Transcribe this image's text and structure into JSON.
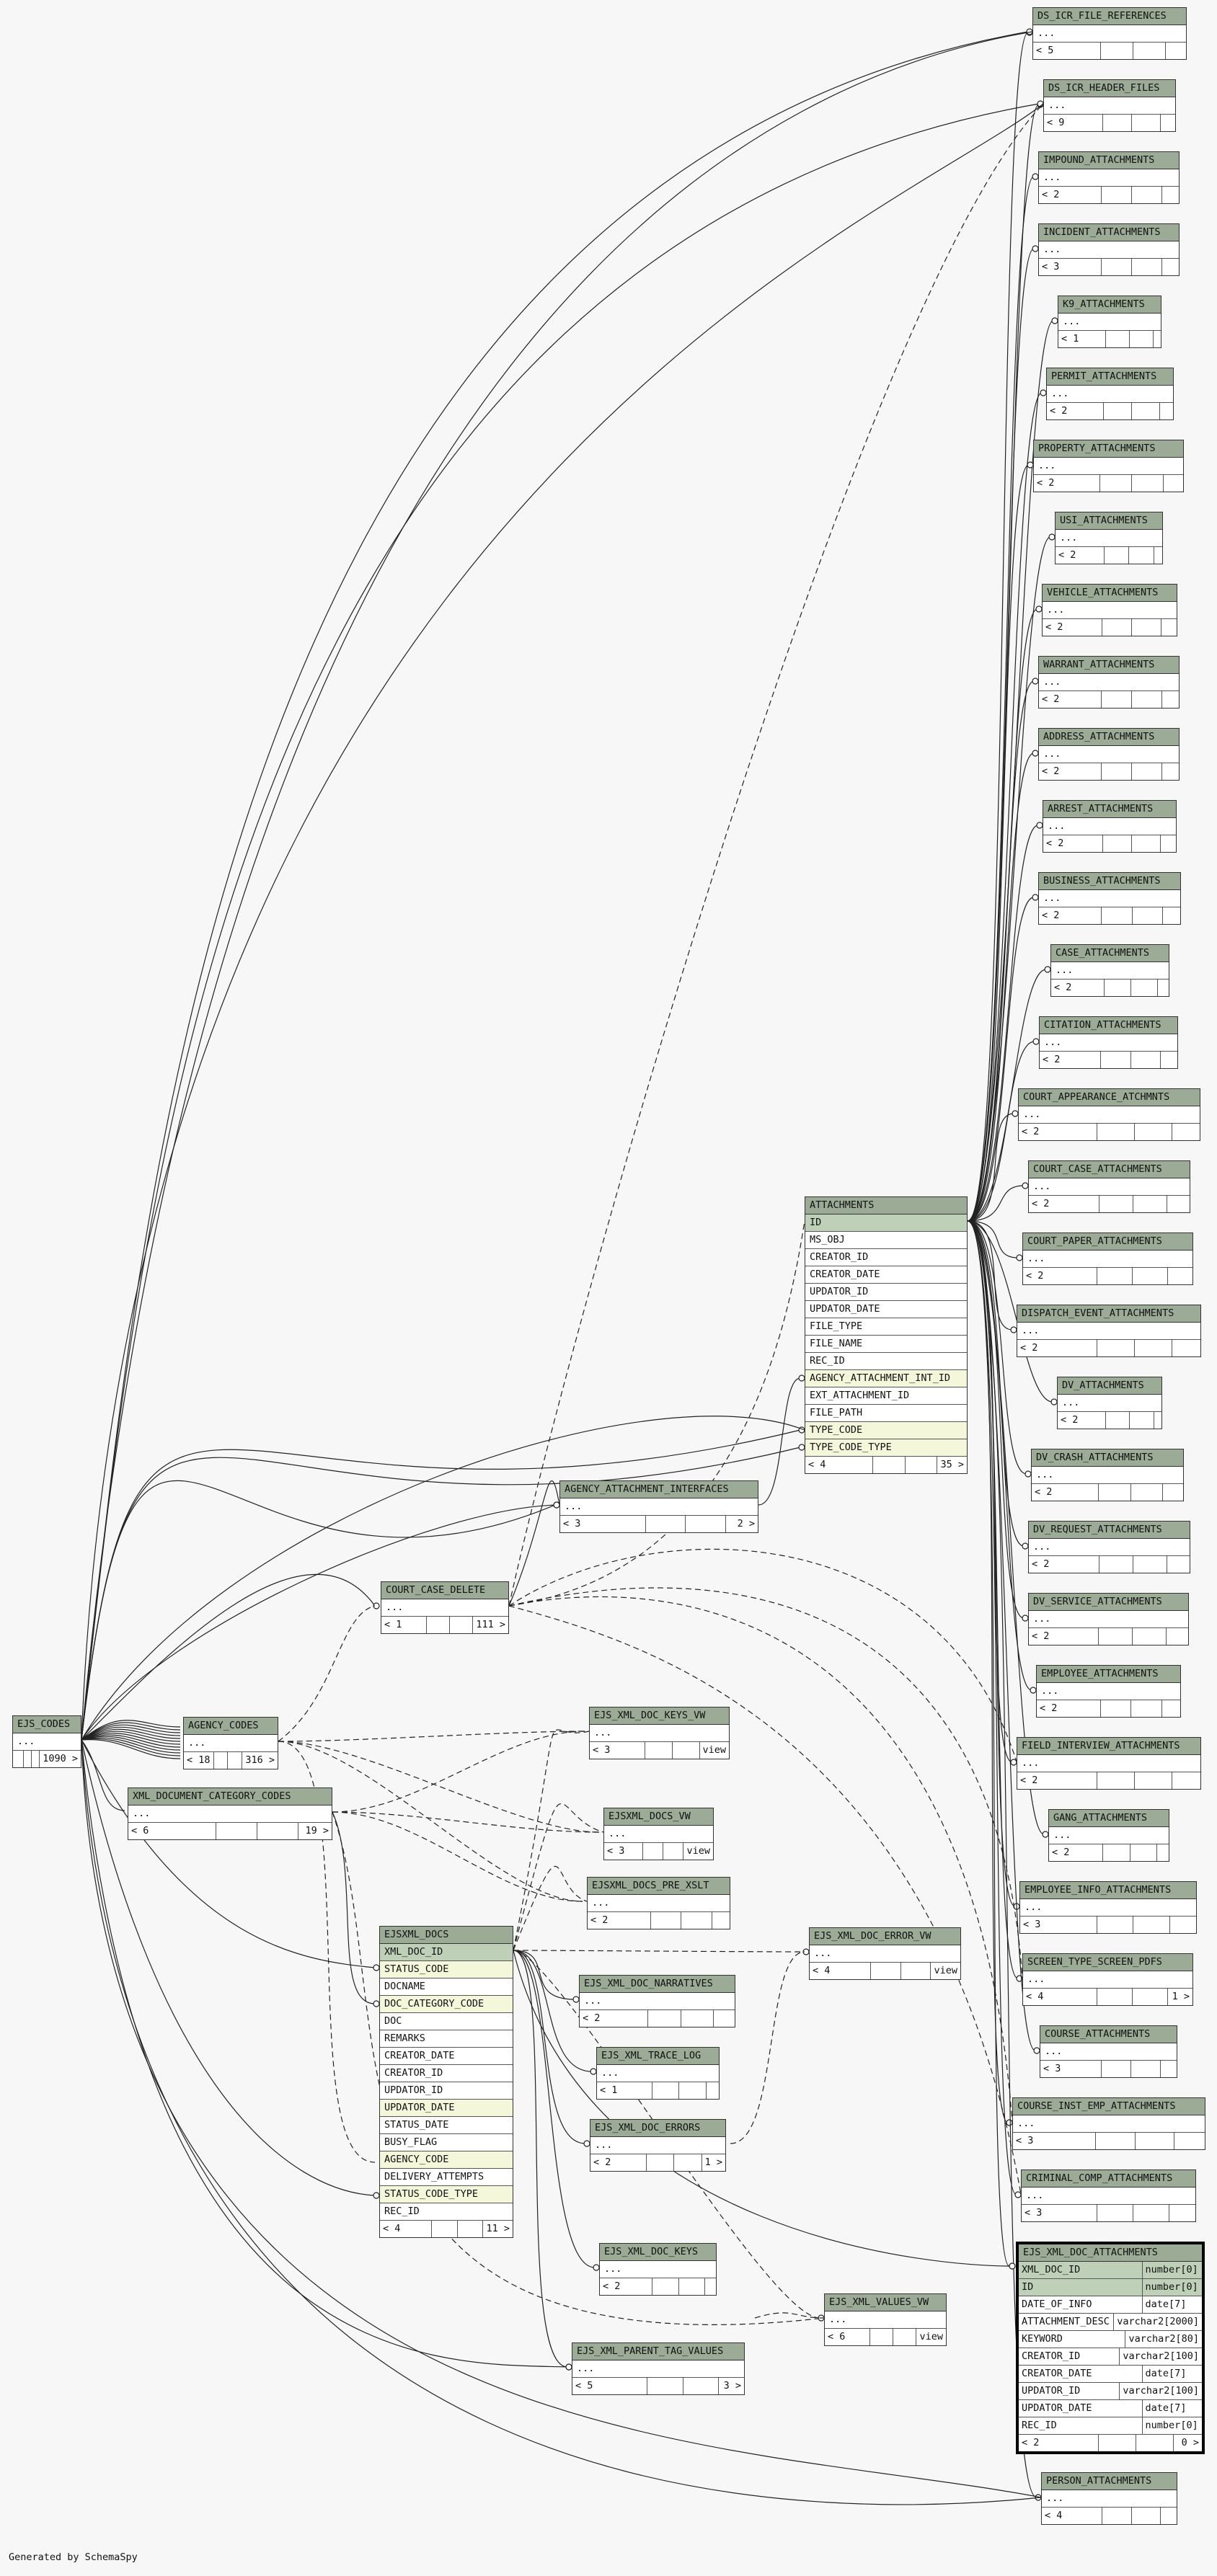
{
  "footer": "Generated by SchemaSpy",
  "elided": "...",
  "tables": [
    {
      "id": "ds_icr_file_references",
      "name": "DS_ICR_FILE_REFERENCES",
      "left": "< 5",
      "right": ""
    },
    {
      "id": "ds_icr_header_files",
      "name": "DS_ICR_HEADER_FILES",
      "left": "< 9",
      "right": ""
    },
    {
      "id": "impound_attachments",
      "name": "IMPOUND_ATTACHMENTS",
      "left": "< 2",
      "right": ""
    },
    {
      "id": "incident_attachments",
      "name": "INCIDENT_ATTACHMENTS",
      "left": "< 3",
      "right": ""
    },
    {
      "id": "k9_attachments",
      "name": "K9_ATTACHMENTS",
      "left": "< 1",
      "right": ""
    },
    {
      "id": "permit_attachments",
      "name": "PERMIT_ATTACHMENTS",
      "left": "< 2",
      "right": ""
    },
    {
      "id": "property_attachments",
      "name": "PROPERTY_ATTACHMENTS",
      "left": "< 2",
      "right": ""
    },
    {
      "id": "usi_attachments",
      "name": "USI_ATTACHMENTS",
      "left": "< 2",
      "right": ""
    },
    {
      "id": "vehicle_attachments",
      "name": "VEHICLE_ATTACHMENTS",
      "left": "< 2",
      "right": ""
    },
    {
      "id": "warrant_attachments",
      "name": "WARRANT_ATTACHMENTS",
      "left": "< 2",
      "right": ""
    },
    {
      "id": "address_attachments",
      "name": "ADDRESS_ATTACHMENTS",
      "left": "< 2",
      "right": ""
    },
    {
      "id": "arrest_attachments",
      "name": "ARREST_ATTACHMENTS",
      "left": "< 2",
      "right": ""
    },
    {
      "id": "business_attachments",
      "name": "BUSINESS_ATTACHMENTS",
      "left": "< 2",
      "right": ""
    },
    {
      "id": "case_attachments",
      "name": "CASE_ATTACHMENTS",
      "left": "< 2",
      "right": ""
    },
    {
      "id": "citation_attachments",
      "name": "CITATION_ATTACHMENTS",
      "left": "< 2",
      "right": ""
    },
    {
      "id": "court_appearance_atchmnts",
      "name": "COURT_APPEARANCE_ATCHMNTS",
      "left": "< 2",
      "right": ""
    },
    {
      "id": "court_case_attachments",
      "name": "COURT_CASE_ATTACHMENTS",
      "left": "< 2",
      "right": ""
    },
    {
      "id": "court_paper_attachments",
      "name": "COURT_PAPER_ATTACHMENTS",
      "left": "< 2",
      "right": ""
    },
    {
      "id": "dispatch_event_attachments",
      "name": "DISPATCH_EVENT_ATTACHMENTS",
      "left": "< 2",
      "right": ""
    },
    {
      "id": "dv_attachments",
      "name": "DV_ATTACHMENTS",
      "left": "< 2",
      "right": ""
    },
    {
      "id": "dv_crash_attachments",
      "name": "DV_CRASH_ATTACHMENTS",
      "left": "< 2",
      "right": ""
    },
    {
      "id": "dv_request_attachments",
      "name": "DV_REQUEST_ATTACHMENTS",
      "left": "< 2",
      "right": ""
    },
    {
      "id": "dv_service_attachments",
      "name": "DV_SERVICE_ATTACHMENTS",
      "left": "< 2",
      "right": ""
    },
    {
      "id": "employee_attachments",
      "name": "EMPLOYEE_ATTACHMENTS",
      "left": "< 2",
      "right": ""
    },
    {
      "id": "field_interview_attachments",
      "name": "FIELD_INTERVIEW_ATTACHMENTS",
      "left": "< 2",
      "right": ""
    },
    {
      "id": "gang_attachments",
      "name": "GANG_ATTACHMENTS",
      "left": "< 2",
      "right": ""
    },
    {
      "id": "employee_info_attachments",
      "name": "EMPLOYEE_INFO_ATTACHMENTS",
      "left": "< 3",
      "right": ""
    },
    {
      "id": "screen_type_screen_pdfs",
      "name": "SCREEN_TYPE_SCREEN_PDFS",
      "left": "< 4",
      "right": "1 >"
    },
    {
      "id": "course_attachments",
      "name": "COURSE_ATTACHMENTS",
      "left": "< 3",
      "right": ""
    },
    {
      "id": "course_inst_emp_attachments",
      "name": "COURSE_INST_EMP_ATTACHMENTS",
      "left": "< 3",
      "right": ""
    },
    {
      "id": "criminal_comp_attachments",
      "name": "CRIMINAL_COMP_ATTACHMENTS",
      "left": "< 3",
      "right": ""
    },
    {
      "id": "person_attachments",
      "name": "PERSON_ATTACHMENTS",
      "left": "< 4",
      "right": ""
    },
    {
      "id": "ejs_codes",
      "name": "EJS_CODES",
      "left": "",
      "right": "1090 >"
    },
    {
      "id": "agency_codes",
      "name": "AGENCY_CODES",
      "left": "< 18",
      "right": "316 >"
    },
    {
      "id": "xml_document_category_codes",
      "name": "XML_DOCUMENT_CATEGORY_CODES",
      "left": "< 6",
      "right": "19 >"
    },
    {
      "id": "court_case_delete",
      "name": "COURT_CASE_DELETE",
      "left": "< 1",
      "right": "111 >"
    },
    {
      "id": "agency_attachment_interfaces",
      "name": "AGENCY_ATTACHMENT_INTERFACES",
      "left": "< 3",
      "right": "2 >"
    },
    {
      "id": "ejs_xml_doc_keys_vw",
      "name": "EJS_XML_DOC_KEYS_VW",
      "left": "< 3",
      "right": "view"
    },
    {
      "id": "ejsxml_docs_vw",
      "name": "EJSXML_DOCS_VW",
      "left": "< 3",
      "right": "view"
    },
    {
      "id": "ejsxml_docs_pre_xslt",
      "name": "EJSXML_DOCS_PRE_XSLT",
      "left": "< 2",
      "right": ""
    },
    {
      "id": "ejs_xml_doc_error_vw",
      "name": "EJS_XML_DOC_ERROR_VW",
      "left": "< 4",
      "right": "view"
    },
    {
      "id": "ejs_xml_doc_narratives",
      "name": "EJS_XML_DOC_NARRATIVES",
      "left": "< 2",
      "right": ""
    },
    {
      "id": "ejs_xml_trace_log",
      "name": "EJS_XML_TRACE_LOG",
      "left": "< 1",
      "right": ""
    },
    {
      "id": "ejs_xml_doc_errors",
      "name": "EJS_XML_DOC_ERRORS",
      "left": "< 2",
      "right": "1 >"
    },
    {
      "id": "ejs_xml_doc_keys",
      "name": "EJS_XML_DOC_KEYS",
      "left": "< 2",
      "right": ""
    },
    {
      "id": "ejs_xml_values_vw",
      "name": "EJS_XML_VALUES_VW",
      "left": "< 6",
      "right": "view"
    },
    {
      "id": "ejs_xml_parent_tag_values",
      "name": "EJS_XML_PARENT_TAG_VALUES",
      "left": "< 5",
      "right": "3 >"
    }
  ],
  "attachments": {
    "name": "ATTACHMENTS",
    "columns": [
      {
        "name": "ID",
        "kind": "key"
      },
      {
        "name": "MS_OBJ",
        "kind": ""
      },
      {
        "name": "CREATOR_ID",
        "kind": ""
      },
      {
        "name": "CREATOR_DATE",
        "kind": ""
      },
      {
        "name": "UPDATOR_ID",
        "kind": ""
      },
      {
        "name": "UPDATOR_DATE",
        "kind": ""
      },
      {
        "name": "FILE_TYPE",
        "kind": ""
      },
      {
        "name": "FILE_NAME",
        "kind": ""
      },
      {
        "name": "REC_ID",
        "kind": ""
      },
      {
        "name": "AGENCY_ATTACHMENT_INT_ID",
        "kind": "fk"
      },
      {
        "name": "EXT_ATTACHMENT_ID",
        "kind": ""
      },
      {
        "name": "FILE_PATH",
        "kind": ""
      },
      {
        "name": "TYPE_CODE",
        "kind": "fk"
      },
      {
        "name": "TYPE_CODE_TYPE",
        "kind": "fk"
      }
    ],
    "left": "< 4",
    "right": "35 >"
  },
  "ejsxml_docs": {
    "name": "EJSXML_DOCS",
    "columns": [
      {
        "name": "XML_DOC_ID",
        "kind": "key"
      },
      {
        "name": "STATUS_CODE",
        "kind": "fk"
      },
      {
        "name": "DOCNAME",
        "kind": ""
      },
      {
        "name": "DOC_CATEGORY_CODE",
        "kind": "fk"
      },
      {
        "name": "DOC",
        "kind": ""
      },
      {
        "name": "REMARKS",
        "kind": ""
      },
      {
        "name": "CREATOR_DATE",
        "kind": ""
      },
      {
        "name": "CREATOR_ID",
        "kind": ""
      },
      {
        "name": "UPDATOR_ID",
        "kind": ""
      },
      {
        "name": "UPDATOR_DATE",
        "kind": "fk"
      },
      {
        "name": "STATUS_DATE",
        "kind": ""
      },
      {
        "name": "BUSY_FLAG",
        "kind": ""
      },
      {
        "name": "AGENCY_CODE",
        "kind": "fk"
      },
      {
        "name": "DELIVERY_ATTEMPTS",
        "kind": ""
      },
      {
        "name": "STATUS_CODE_TYPE",
        "kind": "fk"
      },
      {
        "name": "REC_ID",
        "kind": ""
      }
    ],
    "left": "< 4",
    "right": "11 >"
  },
  "ejs_xml_doc_attachments": {
    "name": "EJS_XML_DOC_ATTACHMENTS",
    "columns": [
      {
        "name": "XML_DOC_ID",
        "type": "number[0]",
        "kind": "key"
      },
      {
        "name": "ID",
        "type": "number[0]",
        "kind": "key"
      },
      {
        "name": "DATE_OF_INFO",
        "type": "date[7]",
        "kind": ""
      },
      {
        "name": "ATTACHMENT_DESC",
        "type": "varchar2[2000]",
        "kind": ""
      },
      {
        "name": "KEYWORD",
        "type": "varchar2[80]",
        "kind": ""
      },
      {
        "name": "CREATOR_ID",
        "type": "varchar2[100]",
        "kind": ""
      },
      {
        "name": "CREATOR_DATE",
        "type": "date[7]",
        "kind": ""
      },
      {
        "name": "UPDATOR_ID",
        "type": "varchar2[100]",
        "kind": ""
      },
      {
        "name": "UPDATOR_DATE",
        "type": "date[7]",
        "kind": ""
      },
      {
        "name": "REC_ID",
        "type": "number[0]",
        "kind": ""
      }
    ],
    "left": "< 2",
    "right": "0 >"
  }
}
